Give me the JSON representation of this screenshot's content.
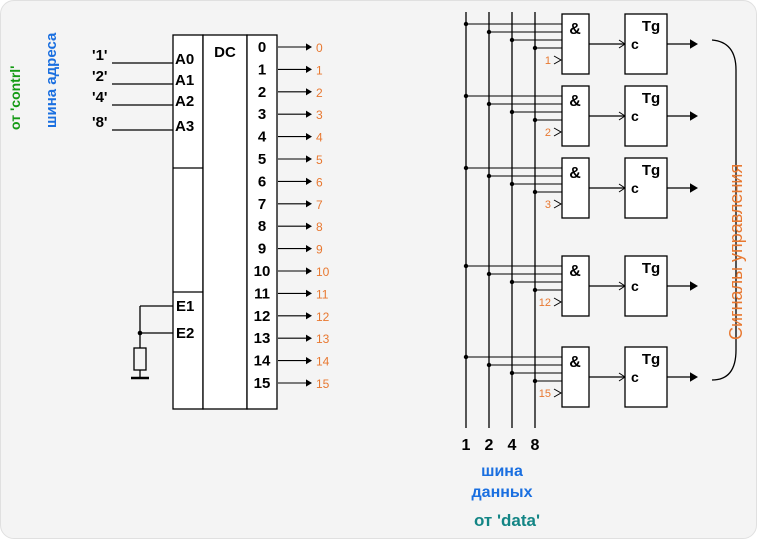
{
  "left_labels": {
    "from_control": "от 'contrl'",
    "address_bus": "шина адреса"
  },
  "address_inputs": [
    "'1'",
    "'2'",
    "'4'",
    "'8'"
  ],
  "decoder": {
    "title": "DC",
    "address_pins": [
      "A0",
      "A1",
      "A2",
      "A3"
    ],
    "enable_pins": [
      "E1",
      "E2"
    ],
    "outputs": [
      "0",
      "1",
      "2",
      "3",
      "4",
      "5",
      "6",
      "7",
      "8",
      "9",
      "10",
      "11",
      "12",
      "13",
      "14",
      "15"
    ]
  },
  "gates": {
    "and_symbol": "&",
    "flipflop_title": "Tg",
    "clock_pin": "c",
    "select_inputs": [
      "1",
      "2",
      "3",
      "12",
      "15"
    ]
  },
  "data_bus": {
    "bit_labels": [
      "1",
      "2",
      "4",
      "8"
    ],
    "caption_line1": "шина",
    "caption_line2": "данных",
    "source": "от  'data'"
  },
  "control_signals_label": "Сигналы  управления",
  "colors": {
    "orange": "#e87830",
    "blue": "#1a6fe0",
    "green": "#149a14",
    "teal": "#138585",
    "line": "#000000"
  }
}
